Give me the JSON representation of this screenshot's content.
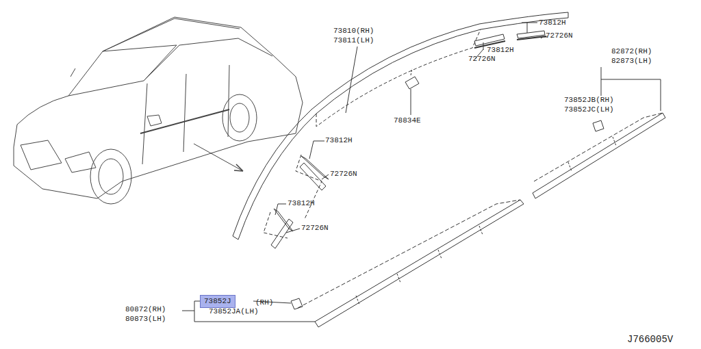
{
  "diagram": {
    "nodes": [
      {
        "text": [
          "73852J"
        ]
      }
    ],
    "labels": [
      "73810(RH)",
      "73811(LH)",
      "73812H",
      "72726N",
      "73812H",
      "72726N",
      "78834E",
      "82872(RH)",
      "82873(LH)",
      "73852JB(RH)",
      "73852JC(LH)",
      "73812H",
      "72726N",
      "73812H",
      "72726N",
      "(RH)",
      "73852JA(LH)",
      "80872(RH)",
      "80873(LH)",
      "J766005V"
    ]
  }
}
